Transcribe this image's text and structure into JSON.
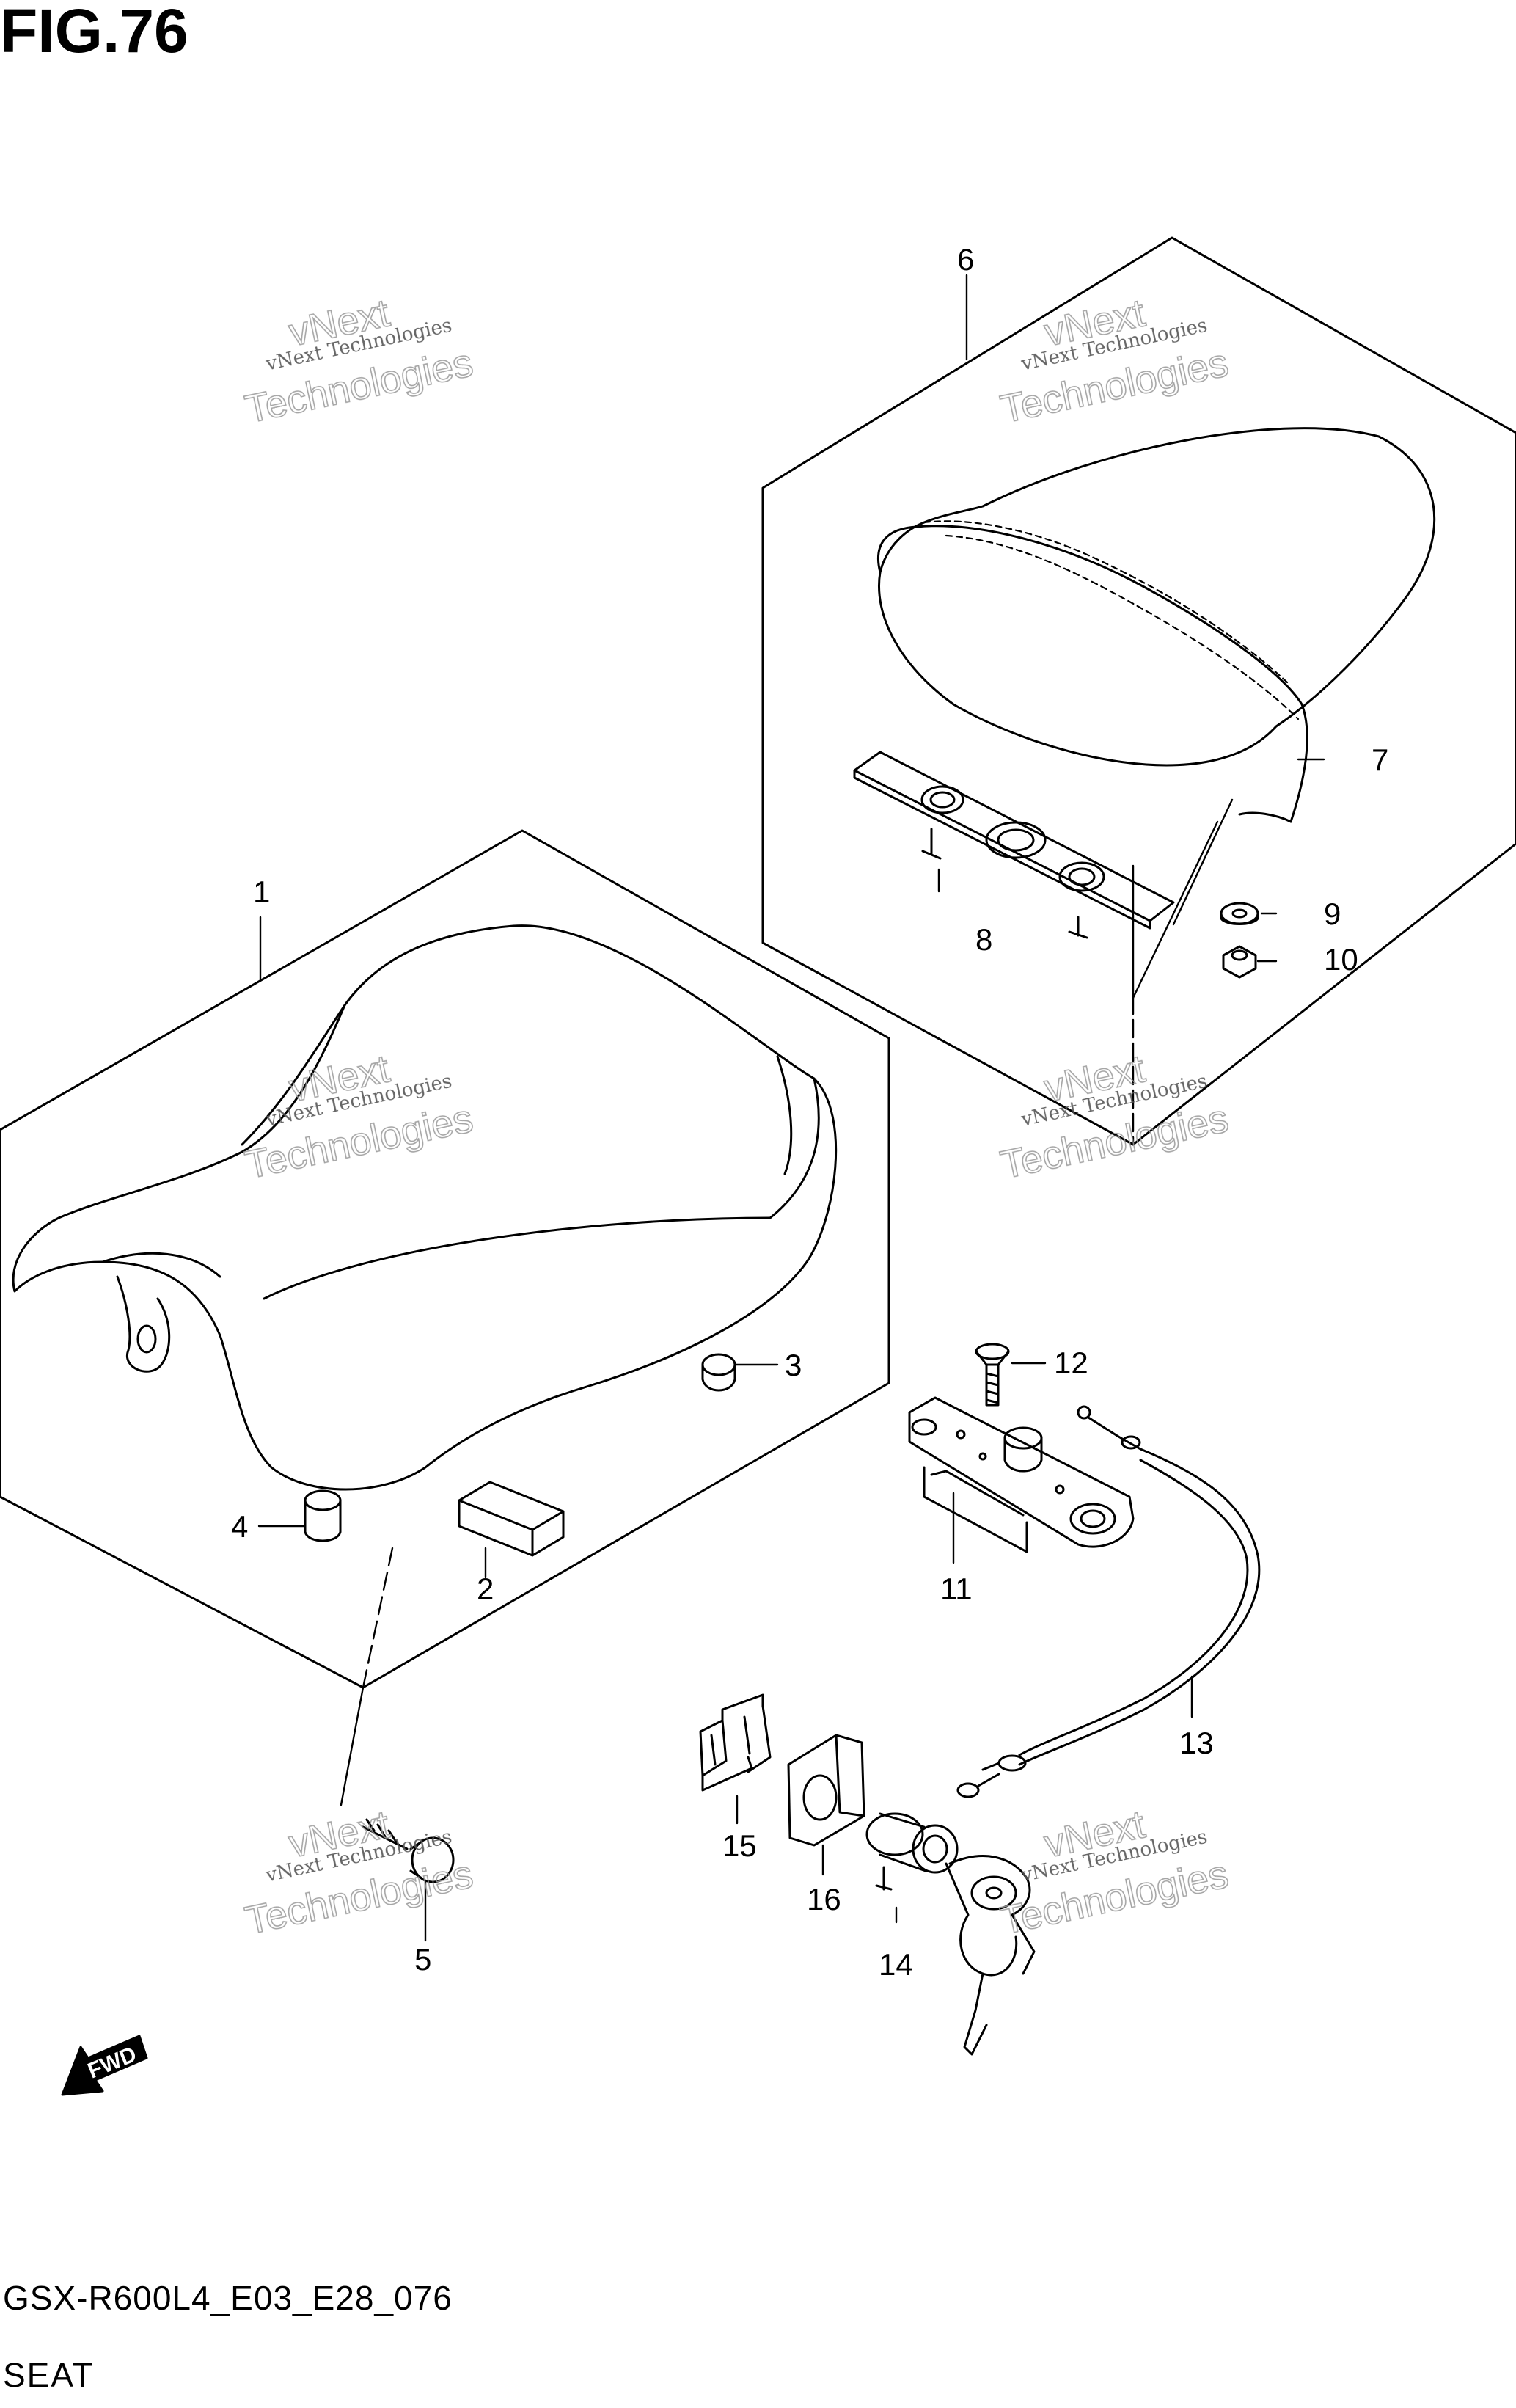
{
  "header": {
    "title": "FIG.76"
  },
  "footer": {
    "model_code": "GSX-R600L4_E03_E28_076",
    "section_title": "SEAT"
  },
  "watermark": {
    "line1": "vNext Technologies",
    "line2": "vNext",
    "line3": "Technologies"
  },
  "fwd_label": "FWD",
  "callouts": [
    "1",
    "2",
    "3",
    "4",
    "5",
    "6",
    "7",
    "8",
    "9",
    "10",
    "11",
    "12",
    "13",
    "14",
    "15",
    "16"
  ]
}
